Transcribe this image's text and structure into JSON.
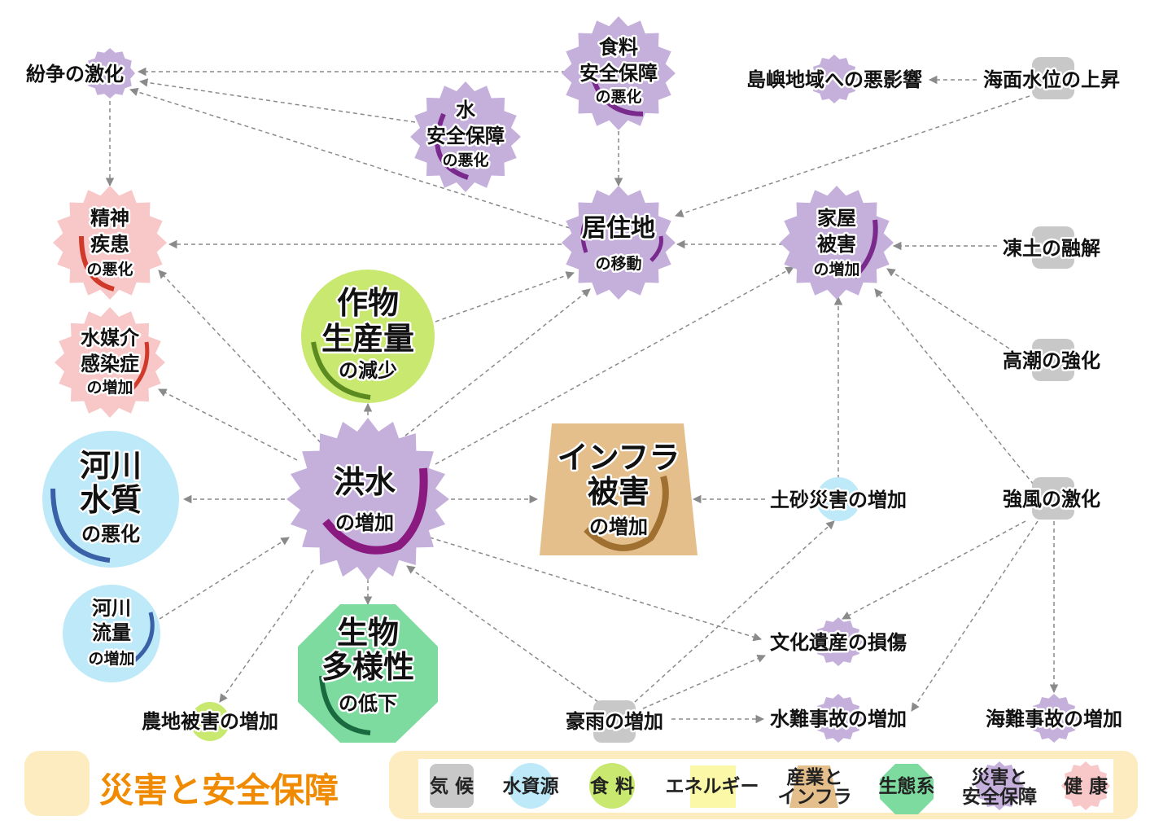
{
  "title": "災害と安全保障",
  "colors": {
    "climate": "#c8c8c8",
    "water": "#bde9f8",
    "food": "#c8e870",
    "energy": "#fbf8a8",
    "industry": "#e4bf8c",
    "ecosystem": "#7ddba0",
    "disaster": "#c5b0db",
    "health": "#f8c8c8",
    "title": "#f08a00",
    "legend_bg": "#fdecc0"
  },
  "legend": [
    {
      "id": "climate",
      "label": "気 候"
    },
    {
      "id": "water",
      "label": "水資源"
    },
    {
      "id": "food",
      "label": "食 料"
    },
    {
      "id": "energy",
      "label": "エネルギー"
    },
    {
      "id": "industry",
      "label": "産業と\nインフラ"
    },
    {
      "id": "ecosystem",
      "label": "生態系"
    },
    {
      "id": "disaster",
      "label": "災害と\n安全保障"
    },
    {
      "id": "health",
      "label": "健 康"
    }
  ],
  "nodes": {
    "conflict": "紛争の激化",
    "food_security": "食料\n安全保障",
    "food_security_sub": "の悪化",
    "water_security": "水\n安全保障",
    "water_security_sub": "の悪化",
    "island": "島嶼地域への悪影響",
    "sea_level": "海面水位の上昇",
    "mental": "精神\n疾患",
    "mental_sub": "の悪化",
    "relocation": "居住地",
    "relocation_sub": "の移動",
    "housing": "家屋\n被害",
    "housing_sub": "の増加",
    "permafrost": "凍土の融解",
    "crop": "作物\n生産量",
    "crop_sub": "の減少",
    "waterborne": "水媒介\n感染症",
    "waterborne_sub": "の増加",
    "storm_surge": "高潮の強化",
    "river_quality": "河川\n水質",
    "river_quality_sub": "の悪化",
    "flood": "洪水",
    "flood_sub": "の増加",
    "infra": "インフラ\n被害",
    "infra_sub": "の増加",
    "sediment": "土砂災害の増加",
    "wind": "強風の激化",
    "river_flow": "河川\n流量",
    "river_flow_sub": "の増加",
    "heritage": "文化遺産の損傷",
    "biodiversity": "生物\n多様性",
    "biodiversity_sub": "の低下",
    "farmland": "農地被害の増加",
    "heavy_rain": "豪雨の増加",
    "drowning": "水難事故の増加",
    "marine": "海難事故の増加"
  }
}
